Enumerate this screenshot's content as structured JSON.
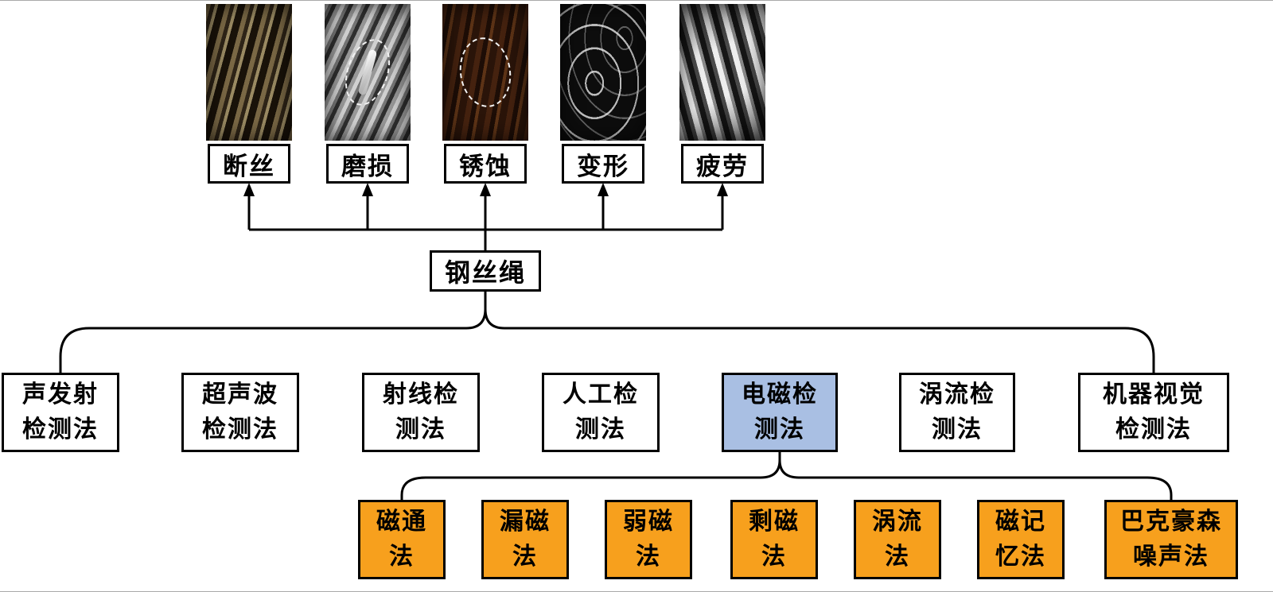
{
  "figure": {
    "root_label": "钢丝绳"
  },
  "defects": [
    {
      "label": "断丝"
    },
    {
      "label": "磨损"
    },
    {
      "label": "锈蚀"
    },
    {
      "label": "变形"
    },
    {
      "label": "疲劳"
    }
  ],
  "methods": [
    {
      "line1": "声发射",
      "line2": "检测法",
      "highlighted": false
    },
    {
      "line1": "超声波",
      "line2": "检测法",
      "highlighted": false
    },
    {
      "line1": "射线检",
      "line2": "测法",
      "highlighted": false
    },
    {
      "line1": "人工检",
      "line2": "测法",
      "highlighted": false
    },
    {
      "line1": "电磁检",
      "line2": "测法",
      "highlighted": true
    },
    {
      "line1": "涡流检",
      "line2": "测法",
      "highlighted": false
    },
    {
      "line1": "机器视觉",
      "line2": "检测法",
      "highlighted": false
    }
  ],
  "electromagnetic_submethods": [
    {
      "line1": "磁通",
      "line2": "法"
    },
    {
      "line1": "漏磁",
      "line2": "法"
    },
    {
      "line1": "弱磁",
      "line2": "法"
    },
    {
      "line1": "剩磁",
      "line2": "法"
    },
    {
      "line1": "涡流",
      "line2": "法"
    },
    {
      "line1": "磁记",
      "line2": "忆法"
    },
    {
      "line1": "巴克豪森",
      "line2": "噪声法"
    }
  ],
  "colors": {
    "highlight-blue": "#a9bfe3",
    "submethod-orange": "#f7a01d",
    "line-color": "#000000"
  }
}
